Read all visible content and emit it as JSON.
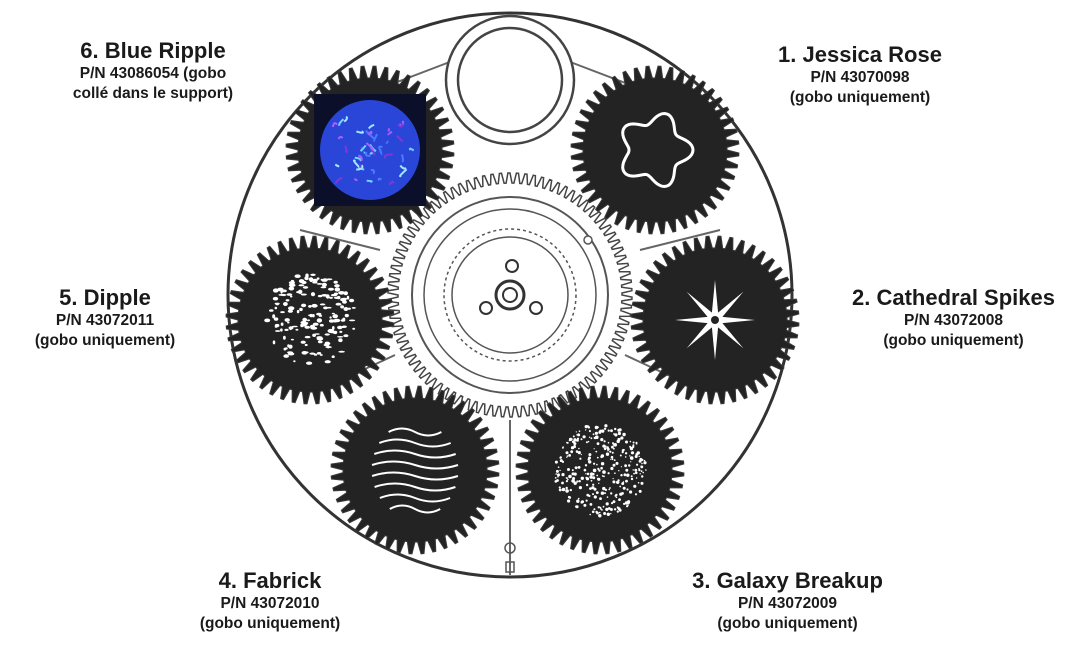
{
  "gobos": [
    {
      "id": "6",
      "title": "6. Blue Ripple",
      "part": "P/N 43086054 (gobo",
      "note": "collé dans le support)",
      "pattern": "blue-ripple-image"
    },
    {
      "id": "1",
      "title": "1. Jessica Rose",
      "part": "P/N 43070098",
      "note": "(gobo uniquement)",
      "pattern": "rose-outline"
    },
    {
      "id": "5",
      "title": "5. Dipple",
      "part": "P/N 43072011",
      "note": "(gobo uniquement)",
      "pattern": "dappled-dots"
    },
    {
      "id": "2",
      "title": "2. Cathedral Spikes",
      "part": "P/N 43072008",
      "note": "(gobo uniquement)",
      "pattern": "star-spikes"
    },
    {
      "id": "4",
      "title": "4. Fabrick",
      "part": "P/N 43072010",
      "note": "(gobo uniquement)",
      "pattern": "wavy-lines"
    },
    {
      "id": "3",
      "title": "3. Galaxy Breakup",
      "part": "P/N 43072009",
      "note": "(gobo uniquement)",
      "pattern": "speckled-dots"
    }
  ],
  "colors": {
    "gear_fill": "#232323",
    "outline": "#3a3a3a",
    "pattern": "#ffffff",
    "blue_ripple": "#2a46d8"
  }
}
